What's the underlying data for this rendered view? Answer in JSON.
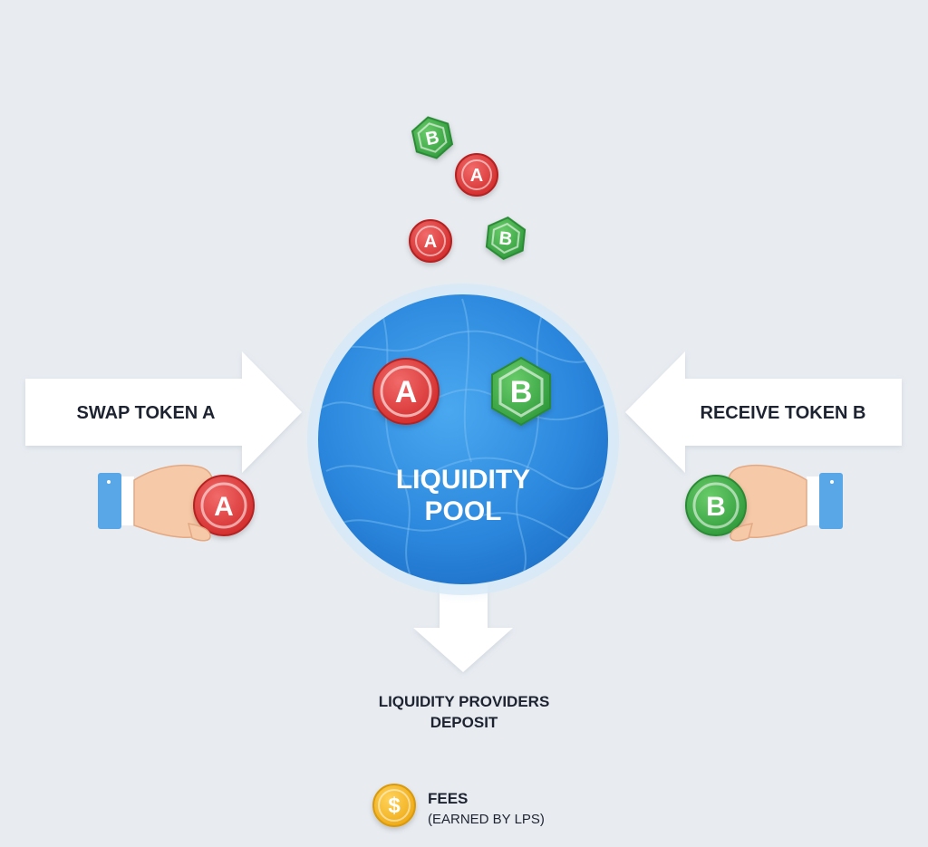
{
  "labels": {
    "swap": "SWAP TOKEN A",
    "receive": "RECEIVE TOKEN B",
    "pool_line1": "LIQUIDITY",
    "pool_line2": "POOL",
    "deposit_line1": "LIQUIDITY PROVIDERS",
    "deposit_line2": "DEPOSIT",
    "fees_title": "FEES",
    "fees_sub": "(EARNED BY LPS)"
  },
  "tokens": {
    "a": "A",
    "b": "B",
    "dollar": "$"
  },
  "colors": {
    "background": "#e8ecf1",
    "pool": "#2f8be0",
    "token_a": "#e23b3b",
    "token_b": "#3aa94a",
    "coin_gold": "#f5b51c",
    "arrow": "#ffffff",
    "text": "#1d2330"
  },
  "icons": {
    "hand_left": "hand-holding-coin-icon",
    "hand_right": "hand-holding-coin-icon",
    "fees": "dollar-coin-icon"
  }
}
